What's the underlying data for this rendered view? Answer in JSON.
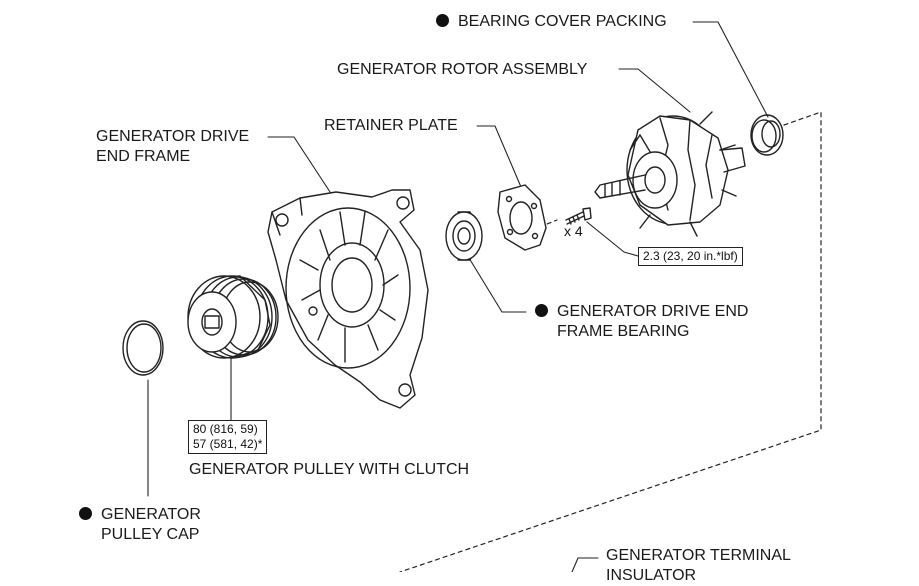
{
  "labels": {
    "bearing_cover_packing": "BEARING COVER PACKING",
    "rotor_assembly": "GENERATOR ROTOR ASSEMBLY",
    "retainer_plate": "RETAINER PLATE",
    "drive_end_frame_line1": "GENERATOR DRIVE",
    "drive_end_frame_line2": "END FRAME",
    "drive_end_bearing_line1": "GENERATOR DRIVE END",
    "drive_end_bearing_line2": "FRAME BEARING",
    "pulley_with_clutch": "GENERATOR PULLEY WITH CLUTCH",
    "pulley_cap_line1": "GENERATOR",
    "pulley_cap_line2": "PULLEY CAP",
    "terminal_insulator_line1": "GENERATOR TERMINAL",
    "terminal_insulator_line2": "INSULATOR"
  },
  "quantity": "x 4",
  "torque": {
    "bolt": "2.3 (23, 20 in.*lbf)",
    "pulley_line1": "80 (816, 59)",
    "pulley_line2": "57 (581, 42)*"
  },
  "colors": {
    "ink": "#1a1a1a",
    "background": "#ffffff"
  }
}
